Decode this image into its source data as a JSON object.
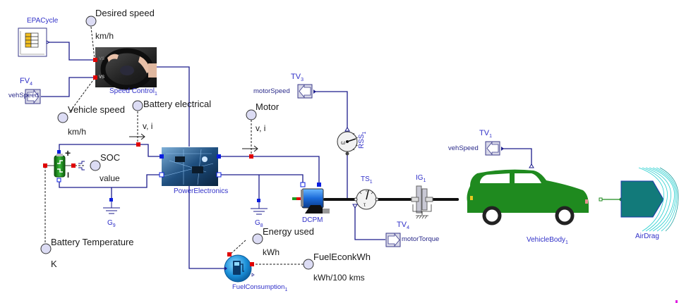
{
  "components": {
    "epa_cycle": {
      "name": "EPACycle"
    },
    "speed_control": {
      "name": "Speed Control",
      "index": "1",
      "ports": [
        "vs",
        "vs"
      ]
    },
    "fv4": {
      "name": "FV",
      "index": "4",
      "signal": "vehSpeed"
    },
    "power_electronics": {
      "name": "PowerElectronics"
    },
    "dcpm": {
      "name": "DCPM"
    },
    "ground_g9": {
      "name": "G",
      "index": "9"
    },
    "ground_g8": {
      "name": "G",
      "index": "8"
    },
    "tv3": {
      "name": "TV",
      "index": "3",
      "signal": "motorSpeed"
    },
    "rss1": {
      "name": "RSS",
      "index": "1"
    },
    "ts1": {
      "name": "TS",
      "index": "1"
    },
    "ig1": {
      "name": "IG",
      "index": "1"
    },
    "tv4": {
      "name": "TV",
      "index": "4",
      "signal": "motorTorque"
    },
    "tv1": {
      "name": "TV",
      "index": "1",
      "signal": "vehSpeed"
    },
    "vehicle_body": {
      "name": "VehicleBody",
      "index": "1"
    },
    "air_drag": {
      "name": "AirDrag"
    },
    "fuel_consumption": {
      "name": "FuelConsumption",
      "index": "1"
    },
    "battery": {
      "plus": "+",
      "minus": "I"
    }
  },
  "probes": {
    "desired_speed": {
      "label": "Desired speed",
      "unit": "km/h"
    },
    "vehicle_speed": {
      "label": "Vehicle speed",
      "unit": "km/h"
    },
    "battery_electrical": {
      "label": "Battery electrical",
      "unit": "v, i"
    },
    "motor": {
      "label": "Motor",
      "unit": "v, i"
    },
    "soc": {
      "label": "SOC",
      "unit": "value"
    },
    "battery_temperature": {
      "label": "Battery Temperature",
      "unit": "K"
    },
    "energy_used": {
      "label": "Energy used",
      "unit": "kWh"
    },
    "fuel_econ": {
      "label": "FuelEconkWh",
      "unit": "kWh/100 kms"
    }
  },
  "colors": {
    "wire": "#1c1c8c",
    "connector_red": "#e00000",
    "connector_blue": "#0a1ee0",
    "label_blue": "#3030c8",
    "probe_fill": "#dcdcf4",
    "car_green": "#1f8a1f",
    "airdrag_teal": "#127a7a"
  }
}
